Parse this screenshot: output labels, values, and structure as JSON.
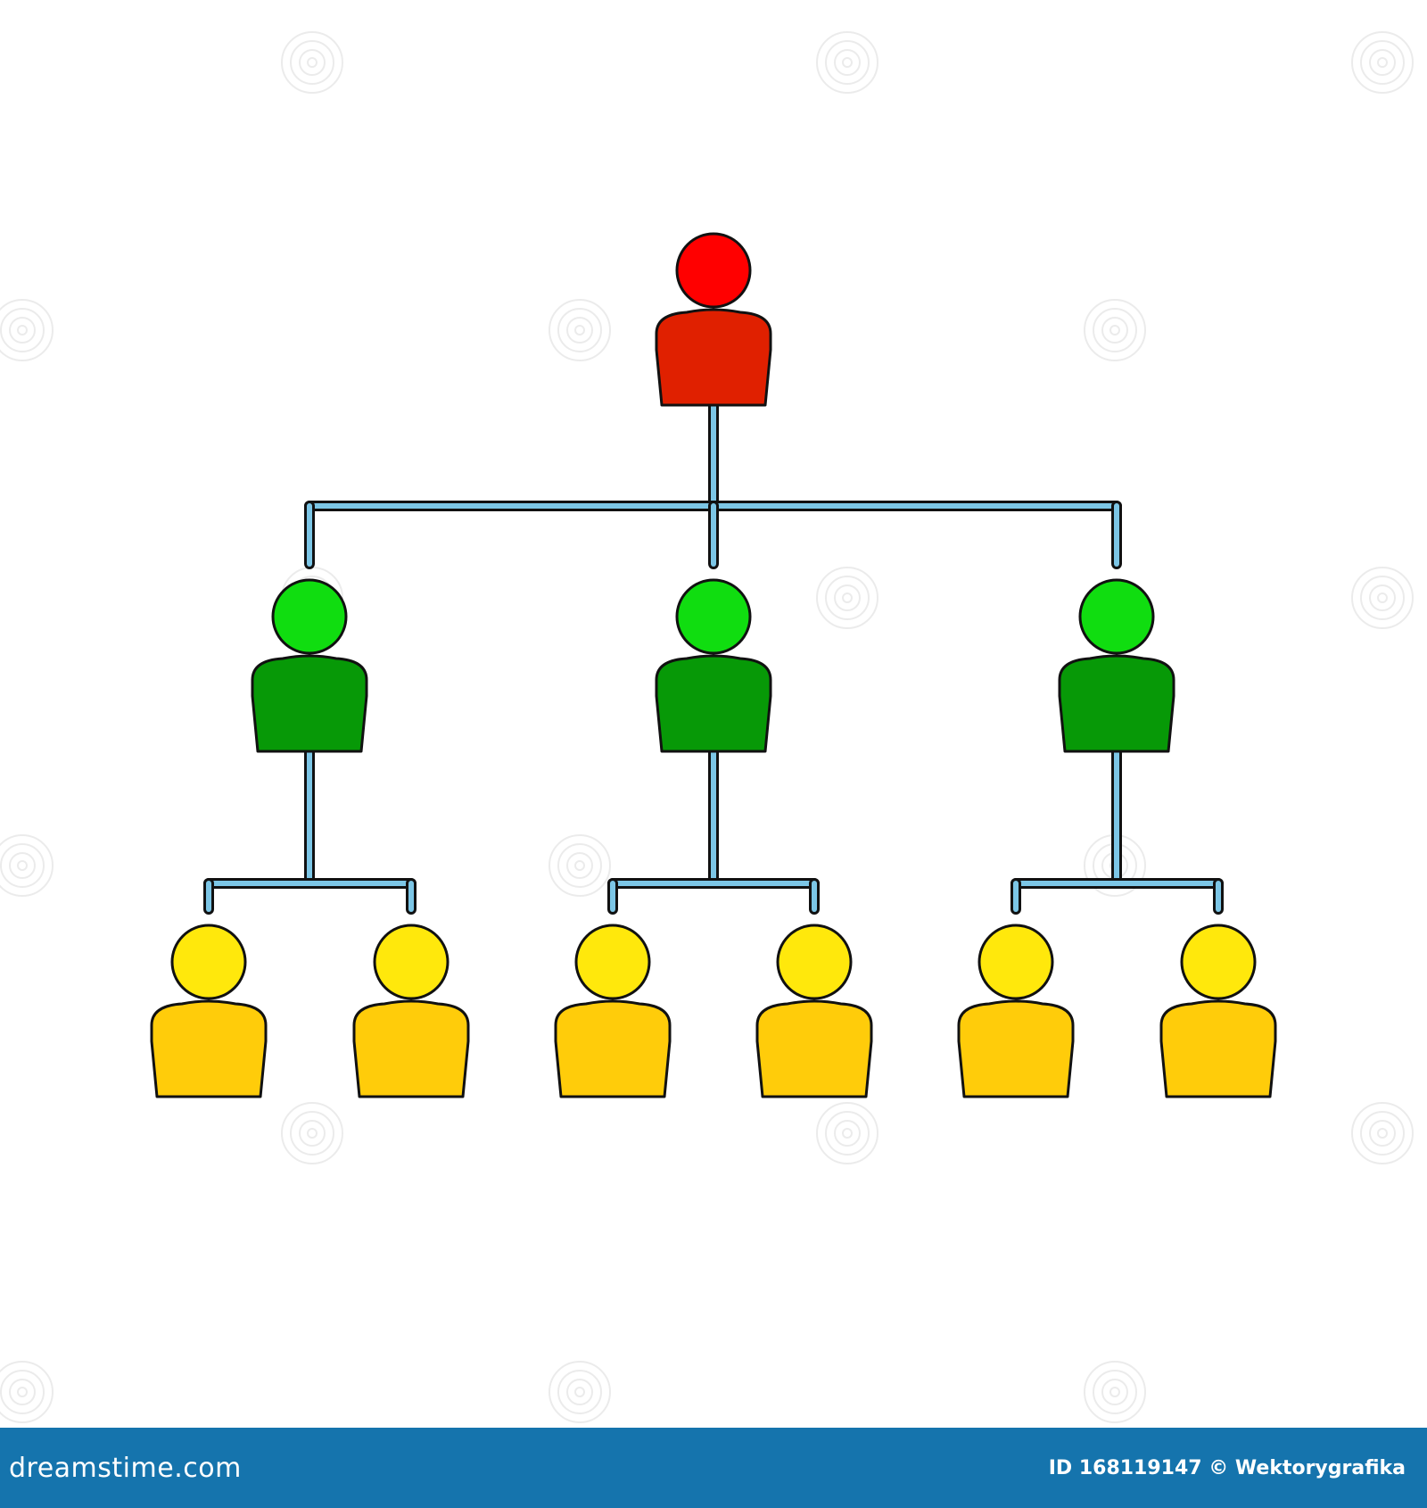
{
  "diagram": {
    "type": "hierarchy",
    "nodes": [
      {
        "id": "root",
        "level": 0,
        "color": "red"
      },
      {
        "id": "m1",
        "level": 1,
        "parent": "root",
        "color": "green"
      },
      {
        "id": "m2",
        "level": 1,
        "parent": "root",
        "color": "green"
      },
      {
        "id": "m3",
        "level": 1,
        "parent": "root",
        "color": "green"
      },
      {
        "id": "w1",
        "level": 2,
        "parent": "m1",
        "color": "yellow"
      },
      {
        "id": "w2",
        "level": 2,
        "parent": "m1",
        "color": "yellow"
      },
      {
        "id": "w3",
        "level": 2,
        "parent": "m2",
        "color": "yellow"
      },
      {
        "id": "w4",
        "level": 2,
        "parent": "m2",
        "color": "yellow"
      },
      {
        "id": "w5",
        "level": 2,
        "parent": "m3",
        "color": "yellow"
      },
      {
        "id": "w6",
        "level": 2,
        "parent": "m3",
        "color": "yellow"
      }
    ]
  },
  "colors": {
    "background": "#ffffff",
    "outline": "#111111",
    "connector_fill": "#7cc6e6",
    "red_head": "#ff0000",
    "red_body": "#e02000",
    "green_head": "#10dd10",
    "green_body": "#079907",
    "yellow_head": "#ffe80c",
    "yellow_body": "#ffcc0a",
    "footer_bar": "#1574ad",
    "watermark": "#dcdcdc"
  },
  "footer": {
    "logo": "dreamstime.com",
    "credit": "ID 168119147 © Wektorygrafika"
  }
}
